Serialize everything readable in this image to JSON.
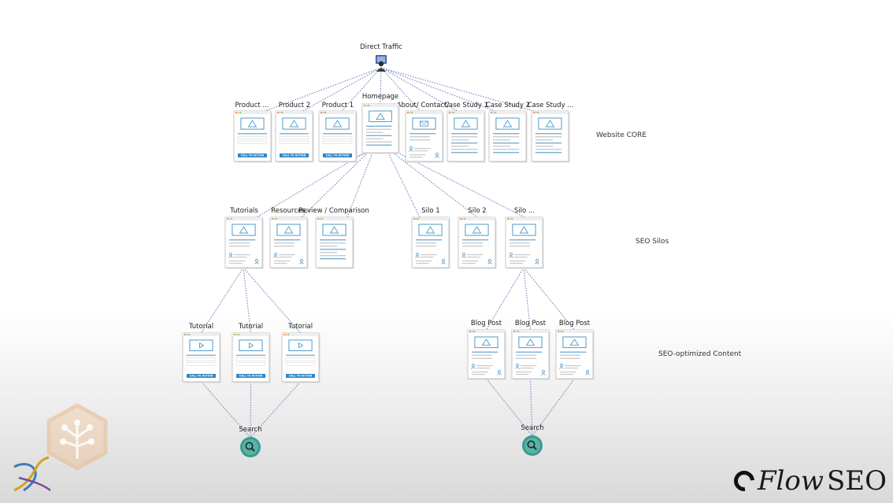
{
  "source": {
    "label": "Direct Traffic",
    "icon": "user-monitor-icon"
  },
  "core": {
    "tier_label": "Website CORE",
    "homepage": {
      "label": "Homepage"
    },
    "pages": [
      {
        "label": "Product ...",
        "kind": "cta"
      },
      {
        "label": "Product 2",
        "kind": "cta"
      },
      {
        "label": "Product 1",
        "kind": "cta"
      },
      {
        "label": "About/ Contact/",
        "kind": "about"
      },
      {
        "label": "Case Study 1",
        "kind": "text"
      },
      {
        "label": "Case Study 2",
        "kind": "text"
      },
      {
        "label": "Case Study ...",
        "kind": "text"
      }
    ]
  },
  "silos": {
    "tier_label": "SEO Silos",
    "pages": [
      {
        "label": "Tutorials",
        "kind": "silo"
      },
      {
        "label": "Resources",
        "kind": "silo"
      },
      {
        "label": "Review / Comparison",
        "kind": "text"
      },
      {
        "label": "Silo 1",
        "kind": "silo"
      },
      {
        "label": "Silo 2",
        "kind": "silo"
      },
      {
        "label": "Silo ...",
        "kind": "silo"
      }
    ]
  },
  "content": {
    "tier_label": "SEO-optimized Content",
    "tutorials": [
      {
        "label": "Tutorial",
        "kind": "video"
      },
      {
        "label": "Tutorial",
        "kind": "video"
      },
      {
        "label": "Tutorial",
        "kind": "video"
      }
    ],
    "blog_posts": [
      {
        "label": "Blog Post",
        "kind": "silo"
      },
      {
        "label": "Blog Post",
        "kind": "silo"
      },
      {
        "label": "Blog Post",
        "kind": "silo"
      }
    ]
  },
  "search": [
    {
      "label": "Search",
      "icon": "magnifier-icon"
    },
    {
      "label": "Search",
      "icon": "magnifier-icon"
    }
  ],
  "cta_text": "CALL TO ACTION",
  "brand": {
    "logo_left": "hexagon-tree-logo",
    "name_part1": "Flow",
    "name_part2": "SEO"
  },
  "colors": {
    "link_line": "#6a80b8",
    "page_border": "#b9b9b9",
    "page_accent": "#3d8fc4",
    "cta_button": "#2f86c6",
    "search_circle": "#3c9a8c"
  }
}
